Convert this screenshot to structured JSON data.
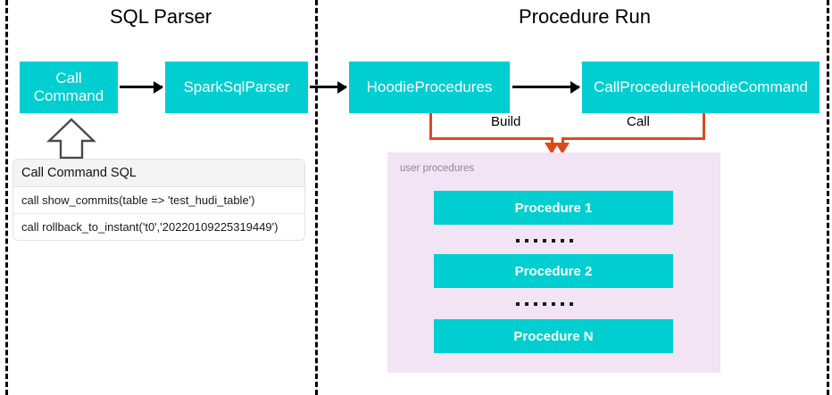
{
  "diagram": {
    "title_hint": "Hudi Call Procedure architecture flow",
    "sections": [
      {
        "id": "sql-parser",
        "label": "SQL Parser"
      },
      {
        "id": "procedure-run",
        "label": "Procedure Run"
      }
    ],
    "nodes": [
      {
        "id": "call-command",
        "label": "Call\nCommand"
      },
      {
        "id": "spark-sql-parser",
        "label": "SparkSqlParser"
      },
      {
        "id": "hoodie-procedures",
        "label": "HoodieProcedures"
      },
      {
        "id": "call-procedure-hoodie-command",
        "label": "CallProcedureHoodieCommand"
      }
    ],
    "edge_labels": [
      {
        "id": "build",
        "label": "Build"
      },
      {
        "id": "call",
        "label": "Call"
      }
    ],
    "sql_table": {
      "header": "Call Command SQL",
      "rows": [
        "call show_commits(table => 'test_hudi_table')",
        "call rollback_to_instant('t0','20220109225319449')"
      ]
    },
    "procedures_panel": {
      "label": "user procedures",
      "items": [
        {
          "id": "procedure-1",
          "label": "Procedure 1"
        },
        {
          "id": "ellipsis-1",
          "label": "......."
        },
        {
          "id": "procedure-2",
          "label": "Procedure 2"
        },
        {
          "id": "ellipsis-2",
          "label": "......."
        },
        {
          "id": "procedure-n",
          "label": "Procedure N"
        }
      ]
    },
    "colors": {
      "node_fill": "#00CED1",
      "node_text": "#FFFFFF",
      "panel_fill": "#F2E4F4",
      "connector": "#DC4A1E",
      "divider": "#000000",
      "table_header_fill": "#F4F4F4"
    }
  }
}
